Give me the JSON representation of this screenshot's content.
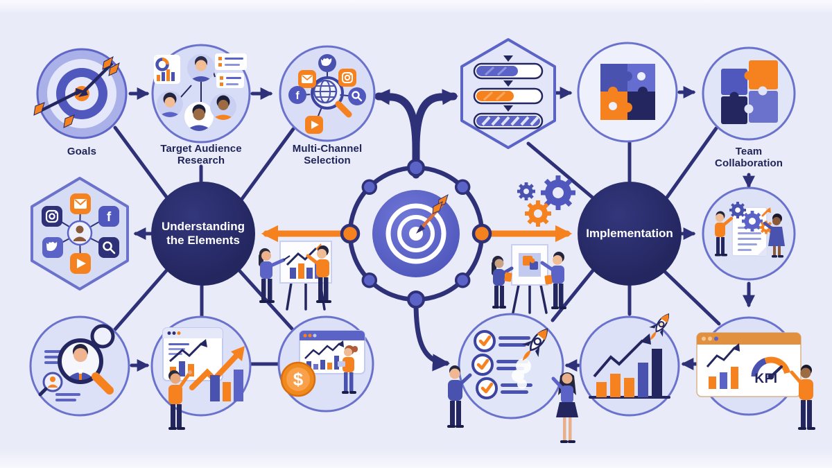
{
  "page": {
    "type": "marketing-strategy-infographic",
    "background": "#e9ebf8"
  },
  "labels": {
    "goals": "Goals",
    "target_audience_research": "Target Audience Research",
    "multi_channel_selection": "Multi-Channel Selection",
    "team_collaboration": "Team Collaboration",
    "understanding_the_elements": "Understanding the Elements",
    "implementation": "Implementation",
    "kpi": "KPI"
  },
  "icons": {
    "facebook_letter": "f",
    "dollar_sign": "$",
    "names": [
      "target-icon",
      "dart-icon",
      "audience-avatars-icon",
      "donut-chart-icon",
      "list-card-icon",
      "globe-icon",
      "magnifier-icon",
      "twitter-icon",
      "email-icon",
      "instagram-icon",
      "facebook-icon",
      "search-icon",
      "youtube-icon",
      "progress-bars-icon",
      "puzzle-pieces-icon",
      "social-network-icon",
      "person-icon",
      "gear-icon",
      "presenters-icon",
      "easel-icon",
      "document-gears-icon",
      "user-research-icon",
      "browser-window-icon",
      "growth-arrow-icon",
      "dollar-coin-icon",
      "checklist-icon",
      "rocket-icon",
      "bar-chart-icon",
      "kpi-gauge-icon"
    ]
  },
  "colors": {
    "background": "#e9ebf8",
    "connector_navy": "#2e3178",
    "hub_fill": "#23265f",
    "purple": "#5b63c7",
    "blue_purple": "#4a52b0",
    "node_fill": "#dce1f7",
    "node_border": "#6a72cc",
    "orange": "#f5821f",
    "label_text": "#1f2358",
    "white": "#ffffff"
  }
}
